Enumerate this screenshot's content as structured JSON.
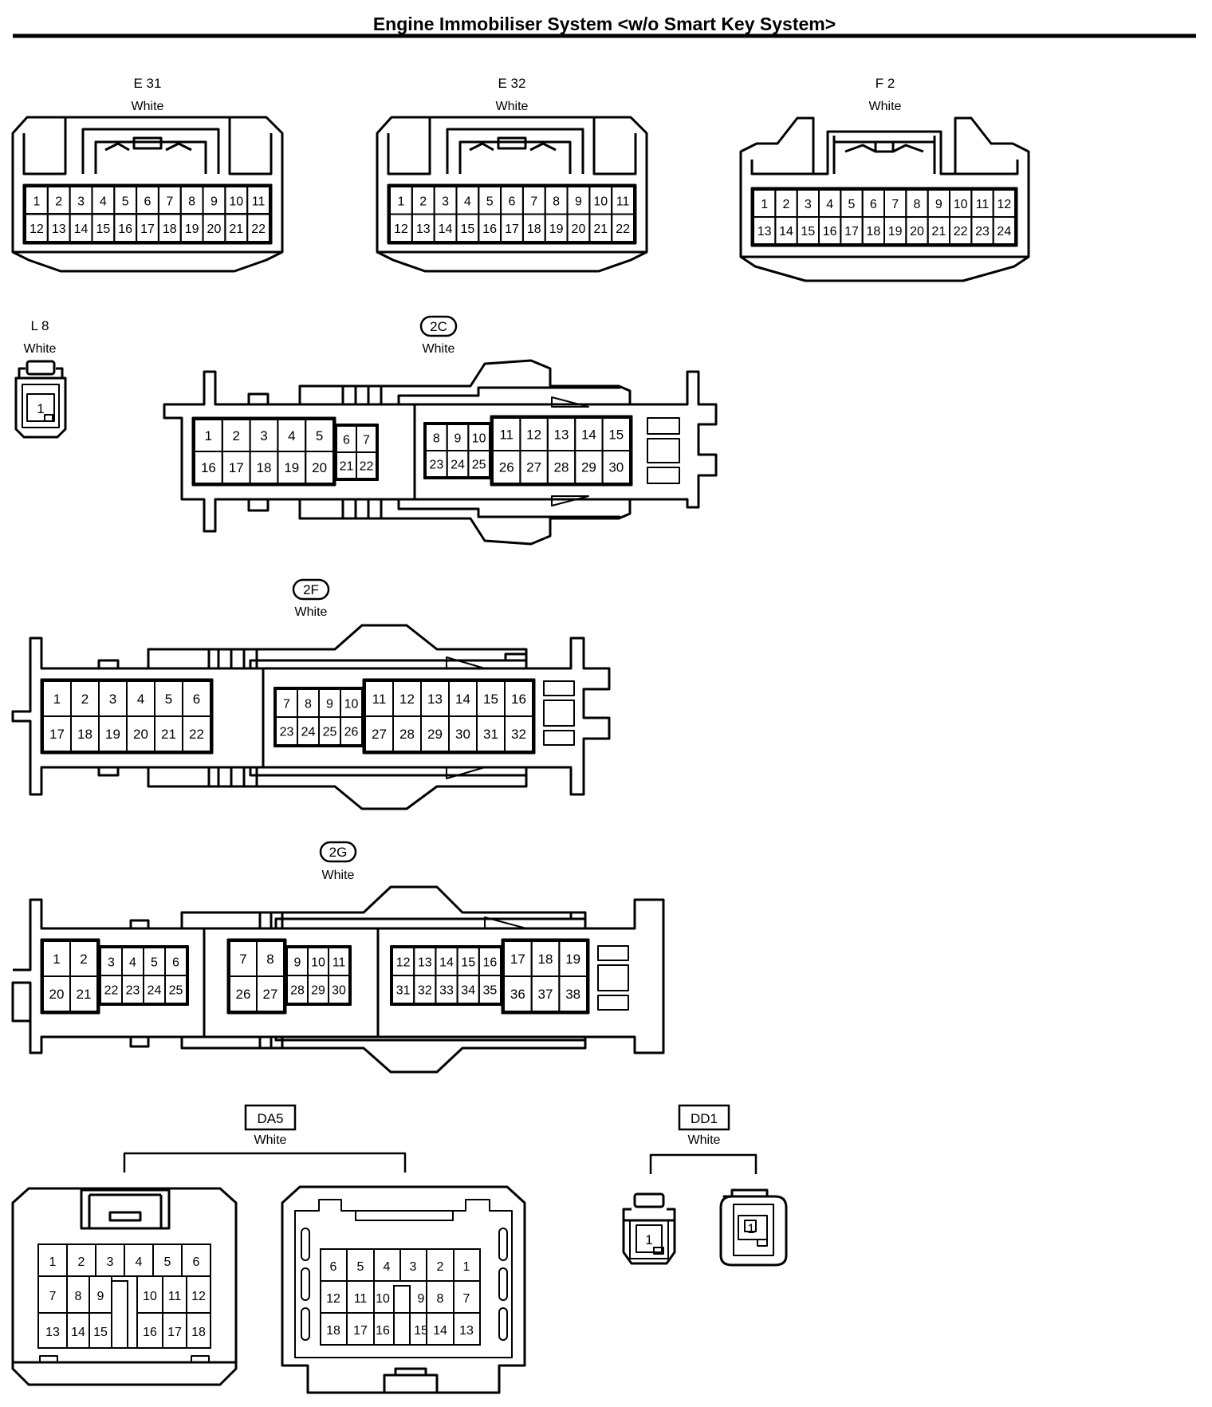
{
  "title": "Engine Immobiliser System <w/o Smart Key System>",
  "connectors": {
    "e31": {
      "code": "E 31",
      "color": "White",
      "pins": [
        "1",
        "2",
        "3",
        "4",
        "5",
        "6",
        "7",
        "8",
        "9",
        "10",
        "11",
        "12",
        "13",
        "14",
        "15",
        "16",
        "17",
        "18",
        "19",
        "20",
        "21",
        "22"
      ]
    },
    "e32": {
      "code": "E 32",
      "color": "White",
      "pins": [
        "1",
        "2",
        "3",
        "4",
        "5",
        "6",
        "7",
        "8",
        "9",
        "10",
        "11",
        "12",
        "13",
        "14",
        "15",
        "16",
        "17",
        "18",
        "19",
        "20",
        "21",
        "22"
      ]
    },
    "f2": {
      "code": "F 2",
      "color": "White",
      "pins": [
        "1",
        "2",
        "3",
        "4",
        "5",
        "6",
        "7",
        "8",
        "9",
        "10",
        "11",
        "12",
        "13",
        "14",
        "15",
        "16",
        "17",
        "18",
        "19",
        "20",
        "21",
        "22",
        "23",
        "24"
      ]
    },
    "l8": {
      "code": "L 8",
      "color": "White",
      "pins": [
        "1"
      ]
    },
    "c2c": {
      "code": "2C",
      "color": "White",
      "pins": [
        "1",
        "2",
        "3",
        "4",
        "5",
        "6",
        "7",
        "8",
        "9",
        "10",
        "11",
        "12",
        "13",
        "14",
        "15",
        "16",
        "17",
        "18",
        "19",
        "20",
        "21",
        "22",
        "23",
        "24",
        "25",
        "26",
        "27",
        "28",
        "29",
        "30"
      ]
    },
    "c2f": {
      "code": "2F",
      "color": "White",
      "pins": [
        "1",
        "2",
        "3",
        "4",
        "5",
        "6",
        "7",
        "8",
        "9",
        "10",
        "11",
        "12",
        "13",
        "14",
        "15",
        "16",
        "17",
        "18",
        "19",
        "20",
        "21",
        "22",
        "23",
        "24",
        "25",
        "26",
        "27",
        "28",
        "29",
        "30",
        "31",
        "32"
      ]
    },
    "c2g": {
      "code": "2G",
      "color": "White",
      "pins": [
        "1",
        "2",
        "3",
        "4",
        "5",
        "6",
        "7",
        "8",
        "9",
        "10",
        "11",
        "12",
        "13",
        "14",
        "15",
        "16",
        "17",
        "18",
        "19",
        "20",
        "21",
        "22",
        "23",
        "24",
        "25",
        "26",
        "27",
        "28",
        "29",
        "30",
        "31",
        "32",
        "33",
        "34",
        "35",
        "36",
        "37",
        "38"
      ]
    },
    "da5": {
      "code": "DA5",
      "color": "White",
      "pins": [
        "1",
        "2",
        "3",
        "4",
        "5",
        "6",
        "7",
        "8",
        "9",
        "10",
        "11",
        "12",
        "13",
        "14",
        "15",
        "16",
        "17",
        "18"
      ]
    },
    "dd1": {
      "code": "DD1",
      "color": "White",
      "pins": [
        "1"
      ]
    }
  }
}
